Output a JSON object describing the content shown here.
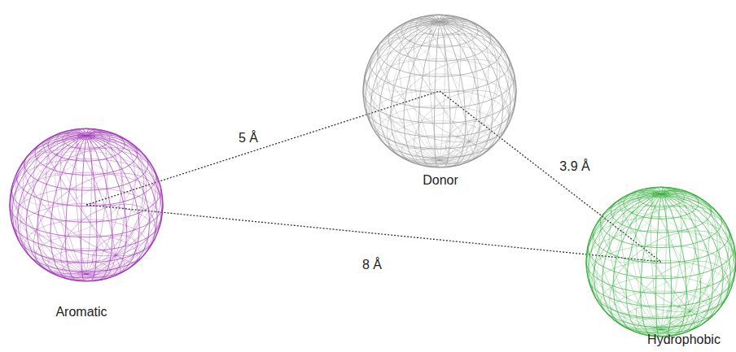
{
  "diagram": {
    "nodes": [
      {
        "text": [
          "Aromatic"
        ]
      },
      {
        "text": [
          "Donor"
        ]
      },
      {
        "text": [
          "Hydrophobic"
        ]
      }
    ],
    "edges": [
      {
        "from": 0,
        "to": 1,
        "arrow": "none",
        "label": "5 Å"
      },
      {
        "from": 1,
        "to": 2,
        "arrow": "none",
        "label": "3.9 Å"
      },
      {
        "from": 0,
        "to": 2,
        "arrow": "none",
        "label": "8 Å"
      }
    ]
  }
}
